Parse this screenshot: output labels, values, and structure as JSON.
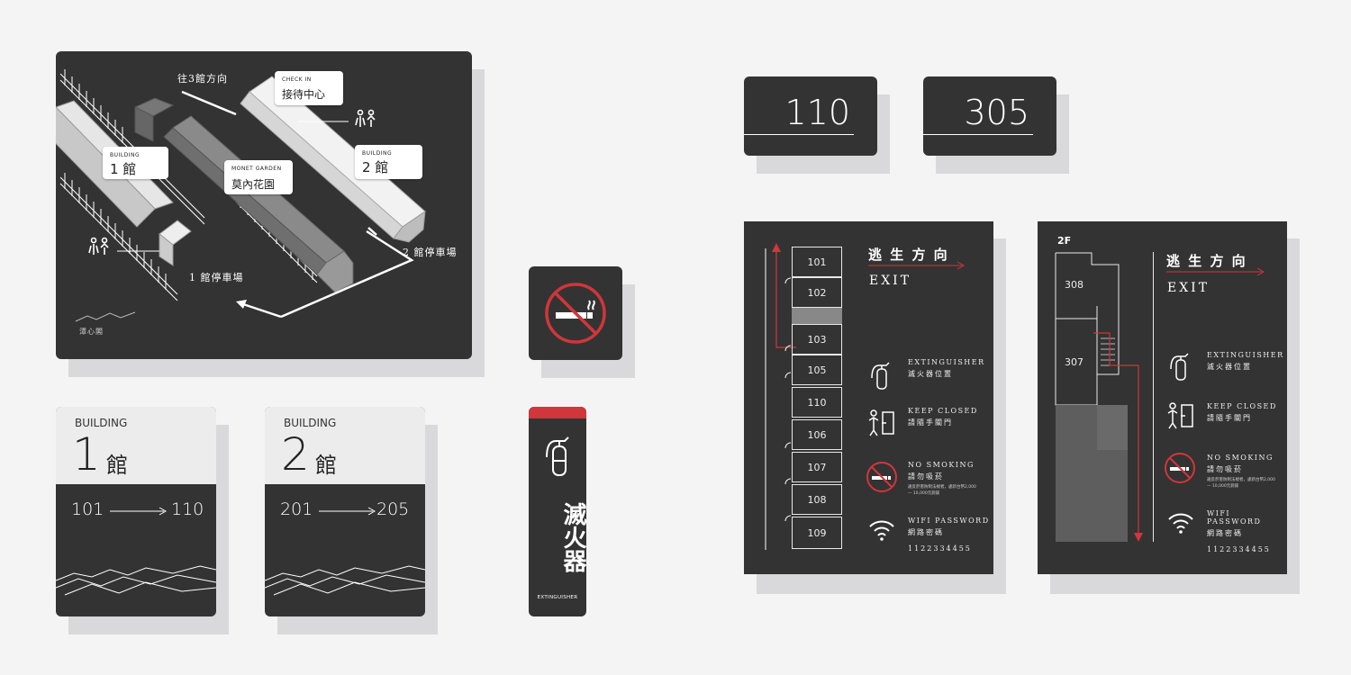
{
  "site_map": {
    "direction_b3": "往3館方向",
    "checkin_en": "CHECK IN",
    "checkin_zh": "接待中心",
    "b1_en": "BUILDING",
    "b1_zh": "1 館",
    "b2_en": "BUILDING",
    "b2_zh": "2 館",
    "garden_en": "MONET GARDEN",
    "garden_zh": "莫內花園",
    "parking1": "1 館停車場",
    "parking2": "2 館停車場",
    "logo": "潭心閣"
  },
  "room_signs": [
    "110",
    "305"
  ],
  "building_signs": [
    {
      "en": "BUILDING",
      "num": "1",
      "zh": "館",
      "from": "101",
      "to": "110"
    },
    {
      "en": "BUILDING",
      "num": "2",
      "zh": "館",
      "from": "201",
      "to": "205"
    }
  ],
  "extinguisher_sign": {
    "zh": "滅火器",
    "en": "EXTINGUISHER"
  },
  "evac_1f": {
    "title_zh": "逃 生 方 向",
    "title_en": "EXIT",
    "rooms": [
      "101",
      "102",
      "",
      "103",
      "105",
      "110",
      "106",
      "107",
      "108",
      "109"
    ],
    "legend": [
      {
        "en": "EXTINGUISHER",
        "zh": "滅火器位置",
        "icon": "extinguisher-icon"
      },
      {
        "en": "KEEP CLOSED",
        "zh": "請隨手關門",
        "icon": "door-icon"
      },
      {
        "en": "NO SMOKING",
        "zh": "請勿吸菸",
        "icon": "no-smoking-icon",
        "note": "違反菸害防制法規者，處新台幣2,000 — 10,000元罰鍰"
      },
      {
        "en": "WIFI PASSWORD",
        "zh": "網路密碼",
        "icon": "wifi-icon",
        "value": "1122334455"
      }
    ]
  },
  "evac_2f": {
    "floor": "2F",
    "rooms": [
      "308",
      "307"
    ],
    "title_zh": "逃 生 方 向",
    "title_en": "EXIT",
    "legend": [
      {
        "en": "EXTINGUISHER",
        "zh": "滅火器位置",
        "icon": "extinguisher-icon"
      },
      {
        "en": "KEEP CLOSED",
        "zh": "請隨手關門",
        "icon": "door-icon"
      },
      {
        "en": "NO SMOKING",
        "zh": "請勿吸菸",
        "icon": "no-smoking-icon",
        "note": "違反菸害防制法規者，處新台幣2,000 — 10,000元罰鍰"
      },
      {
        "en": "WIFI PASSWORD",
        "zh": "網路密碼",
        "icon": "wifi-icon",
        "value": "1122334455"
      }
    ]
  },
  "colors": {
    "sign": "#333333",
    "accent": "#d0363a",
    "bg": "#f4f4f5"
  }
}
